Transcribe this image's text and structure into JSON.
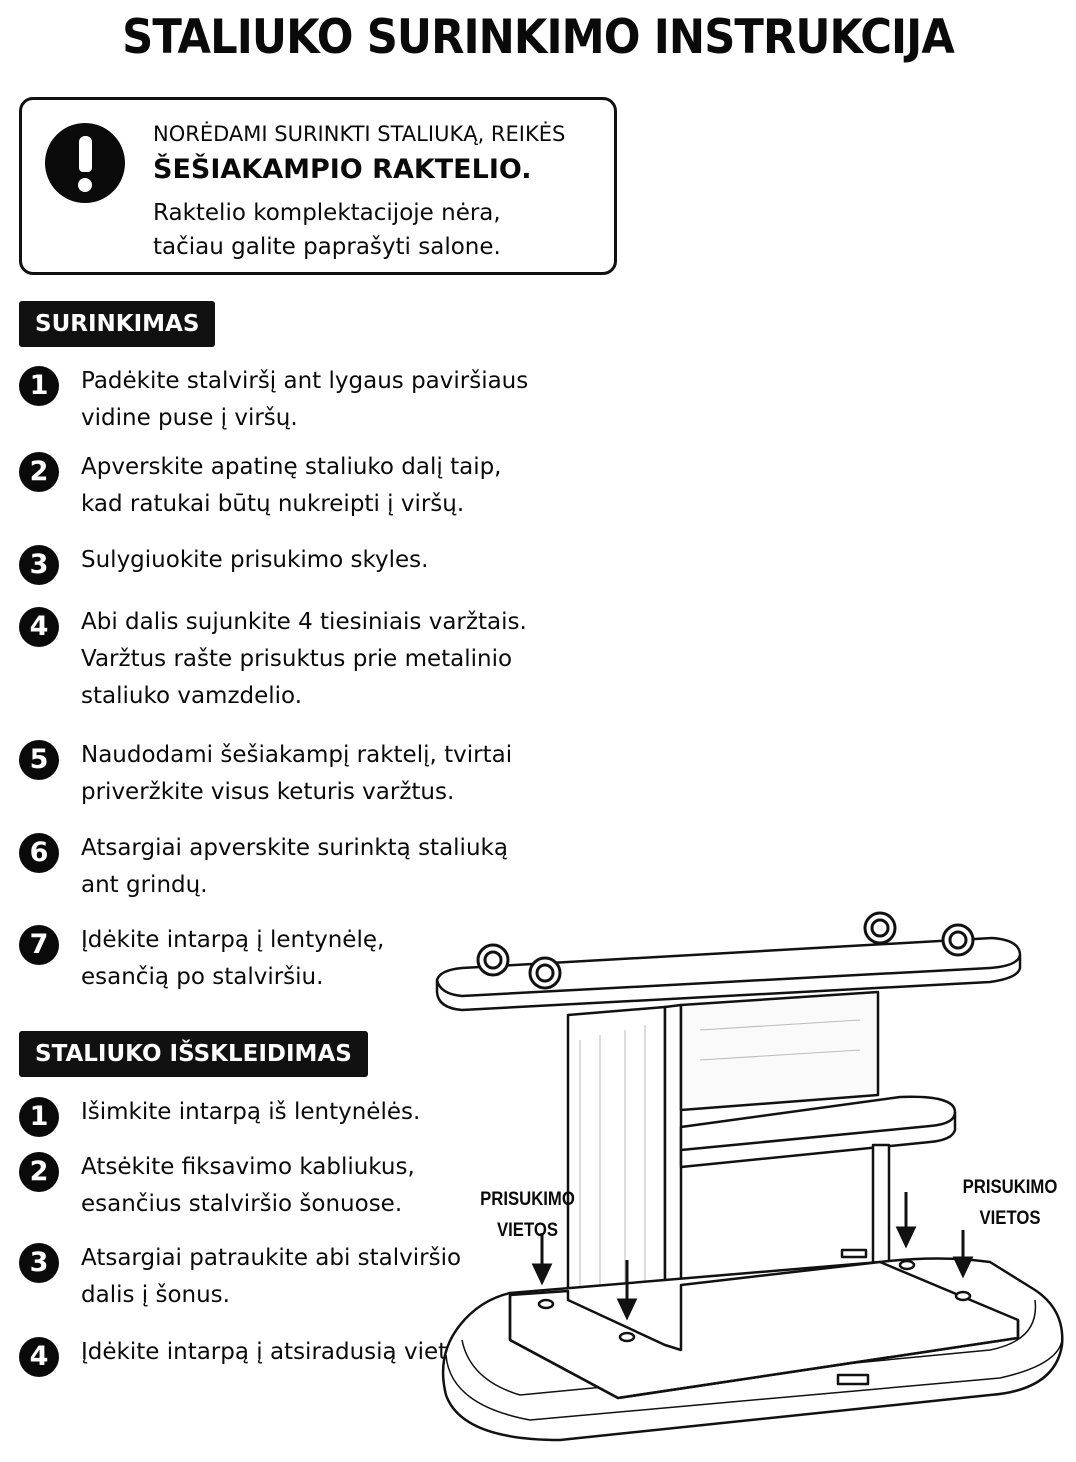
{
  "title": "STALIUKO SURINKIMO INSTRUKCIJA",
  "notice": {
    "icon": "exclamation-icon",
    "line1": "NORĖDAMI SURINKTI STALIUKĄ, REIKĖS",
    "line2": "ŠEŠIAKAMPIO RAKTELIO.",
    "line3": "Raktelio komplektacijoje nėra,",
    "line4": "tačiau galite paprašyti salone."
  },
  "assembly": {
    "heading": "SURINKIMAS",
    "steps": [
      {
        "n": "1",
        "text": "Padėkite stalviršį ant lygaus paviršiaus\nvidine puse į viršų."
      },
      {
        "n": "2",
        "text": "Apverskite apatinę staliuko dalį taip,\nkad ratukai būtų nukreipti į viršų."
      },
      {
        "n": "3",
        "text": "Sulygiuokite prisukimo skyles."
      },
      {
        "n": "4",
        "text": "Abi dalis sujunkite 4 tiesiniais varžtais.\nVaržtus rašte prisuktus prie metalinio\nstaliuko vamzdelio."
      },
      {
        "n": "5",
        "text": "Naudodami šešiakampį raktelį, tvirtai\npriveržkite visus keturis varžtus."
      },
      {
        "n": "6",
        "text": "Atsargiai apverskite surinktą staliuką\nant grindų."
      },
      {
        "n": "7",
        "text": "Įdėkite intarpą į lentynėlę,\nesančią po stalviršiu."
      }
    ]
  },
  "unfolding": {
    "heading": "STALIUKO IŠSKLEIDIMAS",
    "steps": [
      {
        "n": "1",
        "text": "Išimkite intarpą iš lentynėlės."
      },
      {
        "n": "2",
        "text": "Atsėkite fiksavimo kabliukus,\nesančius stalviršio šonuose."
      },
      {
        "n": "3",
        "text": "Atsargiai patraukite abi stalviršio\ndalis į šonus."
      },
      {
        "n": "4",
        "text": "Įdėkite intarpą į atsiradusią vietą."
      }
    ]
  },
  "illustration": {
    "callout_left": "PRISUKIMO\nVIETOS",
    "callout_right": "PRISUKIMO\nVIETOS"
  }
}
